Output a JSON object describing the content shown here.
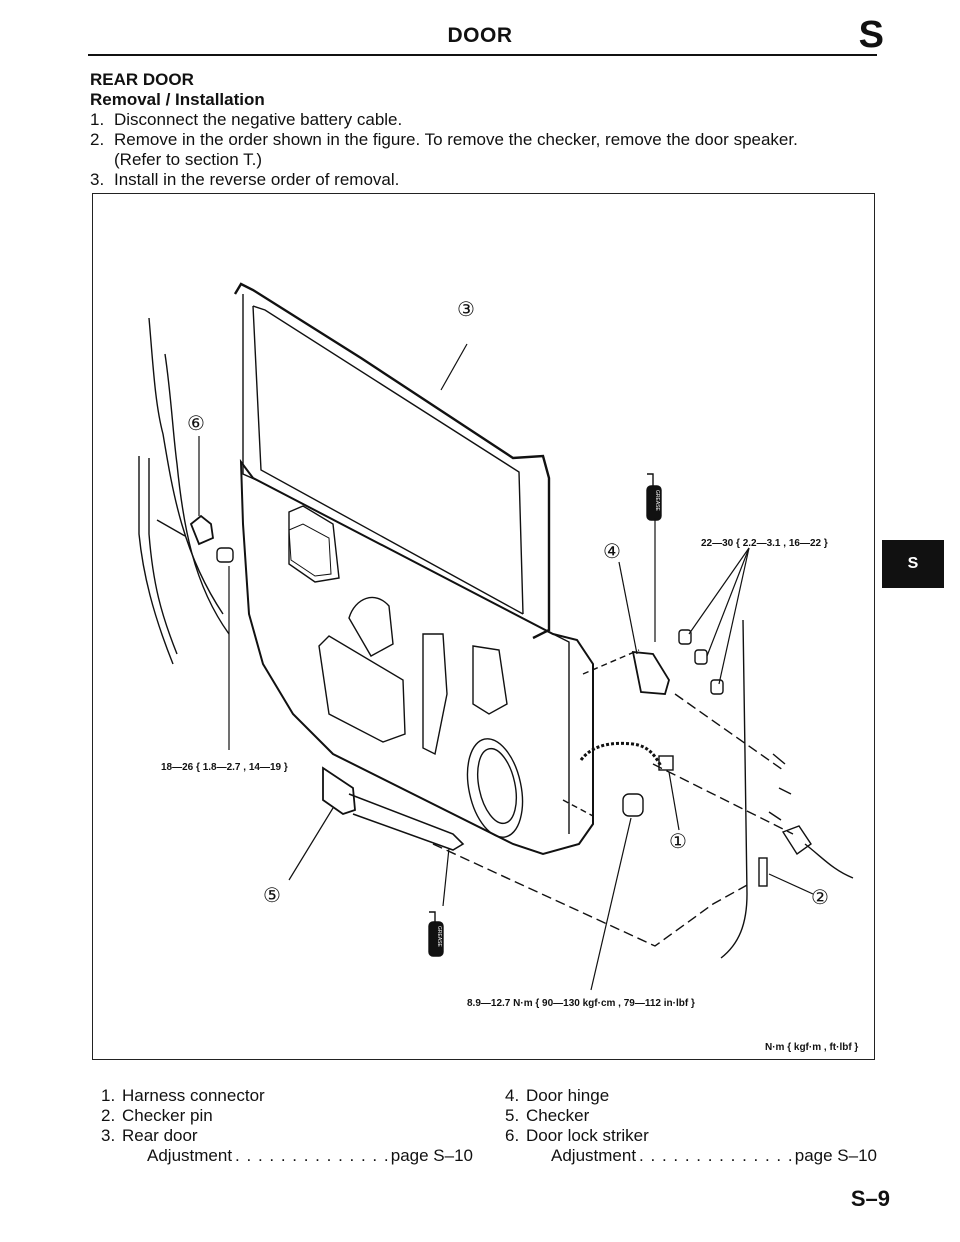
{
  "header": {
    "title": "DOOR",
    "section_letter": "S"
  },
  "intro": {
    "heading": "REAR DOOR",
    "subheading": "Removal / Installation",
    "steps": [
      {
        "num": "1.",
        "text": "Disconnect the negative battery cable."
      },
      {
        "num": "2.",
        "text": "Remove in the order shown in the figure. To remove the checker, remove the door speaker.",
        "note": "(Refer to section T.)"
      },
      {
        "num": "3.",
        "text": "Install in the reverse order of removal."
      }
    ]
  },
  "figure": {
    "callouts": [
      "①",
      "②",
      "③",
      "④",
      "⑤",
      "⑥"
    ],
    "torque_hinge": "22—30 { 2.2—3.1 , 16—22 }",
    "torque_striker": "18—26 { 1.8—2.7 , 14—19 }",
    "torque_checker": "8.9—12.7 N·m { 90—130 kgf·cm , 79—112 in·lbf }",
    "units_note": "N·m { kgf·m , ft·lbf }",
    "grease_label": "GREASE"
  },
  "side_tab": "S",
  "legend": {
    "left": [
      {
        "num": "1.",
        "label": "Harness connector"
      },
      {
        "num": "2.",
        "label": "Checker pin"
      },
      {
        "num": "3.",
        "label": "Rear door",
        "adjustment": "Adjustment",
        "page_ref": "page S–10"
      }
    ],
    "right": [
      {
        "num": "4.",
        "label": "Door hinge"
      },
      {
        "num": "5.",
        "label": "Checker"
      },
      {
        "num": "6.",
        "label": "Door lock striker",
        "adjustment": "Adjustment",
        "page_ref": "page S–10"
      }
    ]
  },
  "page_number": "S–9"
}
